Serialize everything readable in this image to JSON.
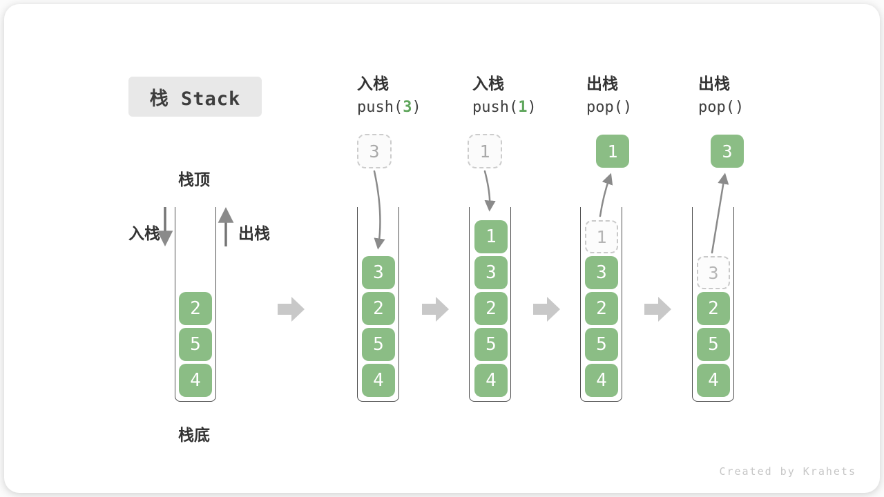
{
  "title": "栈 Stack",
  "watermark": "Created by Krahets",
  "labels": {
    "stack_top": "栈顶",
    "stack_bottom": "栈底",
    "push_side": "入栈",
    "pop_side": "出栈"
  },
  "columns": [
    {
      "cells": [
        "2",
        "5",
        "4"
      ]
    },
    {
      "op_label": "入栈",
      "code_pre": "push(",
      "code_arg": "3",
      "code_post": ")",
      "floating_value": "3",
      "cells": [
        "3",
        "2",
        "5",
        "4"
      ]
    },
    {
      "op_label": "入栈",
      "code_pre": "push(",
      "code_arg": "1",
      "code_post": ")",
      "floating_value": "1",
      "cells": [
        "1",
        "3",
        "2",
        "5",
        "4"
      ]
    },
    {
      "op_label": "出栈",
      "code_pre": "pop()",
      "code_arg": "",
      "code_post": "",
      "floating_value": "1",
      "ghost_value": "1",
      "cells": [
        "3",
        "2",
        "5",
        "4"
      ]
    },
    {
      "op_label": "出栈",
      "code_pre": "pop()",
      "code_arg": "",
      "code_post": "",
      "floating_value": "3",
      "ghost_value": "3",
      "cells": [
        "2",
        "5",
        "4"
      ]
    }
  ],
  "colors": {
    "cell_green": "#8bbd85",
    "code_arg_green": "#5fa65c",
    "stroke_arrow_gray": "#8a8a8a",
    "flow_arrow_gray": "#c8c8c8",
    "container_border": "#4d4d4d",
    "title_badge_bg": "#e8e8e8"
  }
}
